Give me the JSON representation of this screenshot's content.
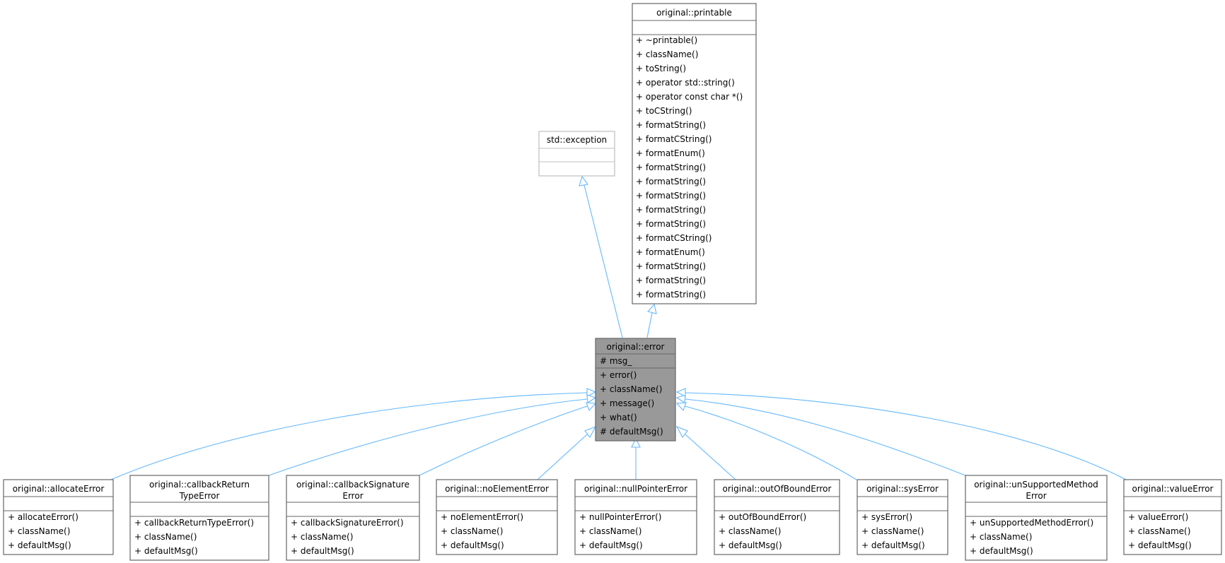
{
  "colors": {
    "edge": "#63b8ff",
    "border": "#666666",
    "border_light": "#bfbfbf",
    "focus_fill": "#999999"
  },
  "classes": {
    "printable": {
      "title": "original::printable",
      "attributes": [],
      "methods": [
        "+  ~printable()",
        "+  className()",
        "+  toString()",
        "+  operator std::string()",
        "+  operator const char *()",
        "+  toCString()",
        "+  formatString()",
        "+  formatCString()",
        "+  formatEnum()",
        "+  formatString()",
        "+  formatString()",
        "+  formatString()",
        "+  formatString()",
        "+  formatString()",
        "+  formatCString()",
        "+  formatEnum()",
        "+  formatString()",
        "+  formatString()",
        "+  formatString()"
      ]
    },
    "exception": {
      "title": "std::exception",
      "attributes": [],
      "methods": []
    },
    "error": {
      "title": "original::error",
      "attributes": [
        "#  msg_"
      ],
      "methods": [
        "+  error()",
        "+  className()",
        "+  message()",
        "+  what()",
        "#  defaultMsg()"
      ]
    },
    "allocateError": {
      "title": [
        "original::allocateError"
      ],
      "methods": [
        "+    allocateError()",
        "+    className()",
        "+    defaultMsg()"
      ]
    },
    "callbackReturnTypeError": {
      "title": [
        "original::callbackReturn",
        "TypeError"
      ],
      "methods": [
        "+  callbackReturnTypeError()",
        "+  className()",
        "+  defaultMsg()"
      ]
    },
    "callbackSignatureError": {
      "title": [
        "original::callbackSignature",
        "Error"
      ],
      "methods": [
        "+  callbackSignatureError()",
        "+  className()",
        "+  defaultMsg()"
      ]
    },
    "noElementError": {
      "title": [
        "original::noElementError"
      ],
      "methods": [
        "+    noElementError()",
        "+    className()",
        "+    defaultMsg()"
      ]
    },
    "nullPointerError": {
      "title": [
        "original::nullPointerError"
      ],
      "methods": [
        "+    nullPointerError()",
        "+    className()",
        "+    defaultMsg()"
      ]
    },
    "outOfBoundError": {
      "title": [
        "original::outOfBoundError"
      ],
      "methods": [
        "+    outOfBoundError()",
        "+    className()",
        "+    defaultMsg()"
      ]
    },
    "sysError": {
      "title": [
        "original::sysError"
      ],
      "methods": [
        "+  sysError()",
        "+  className()",
        "+  defaultMsg()"
      ]
    },
    "unSupportedMethodError": {
      "title": [
        "original::unSupportedMethod",
        "Error"
      ],
      "methods": [
        "+  unSupportedMethodError()",
        "+  className()",
        "+  defaultMsg()"
      ]
    },
    "valueError": {
      "title": [
        "original::valueError"
      ],
      "methods": [
        "+    valueError()",
        "+    className()",
        "+    defaultMsg()"
      ]
    }
  }
}
